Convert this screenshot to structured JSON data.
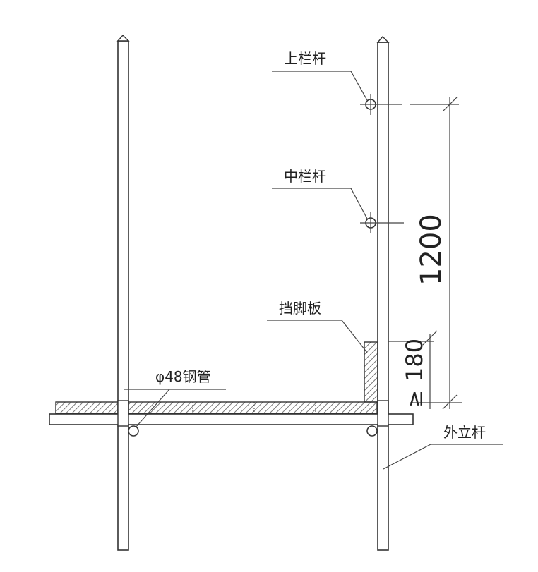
{
  "labels": {
    "top_rail": "上栏杆",
    "mid_rail": "中栏杆",
    "toe_board": "挡脚板",
    "steel_pipe": "φ48钢管",
    "outer_pole": "外立杆"
  },
  "dimensions": {
    "rail_height": "1200",
    "toe_board_height": "180",
    "toe_board_prefix": "≥"
  },
  "colors": {
    "line": "#333333",
    "hatch": "#555555",
    "background": "#ffffff"
  }
}
